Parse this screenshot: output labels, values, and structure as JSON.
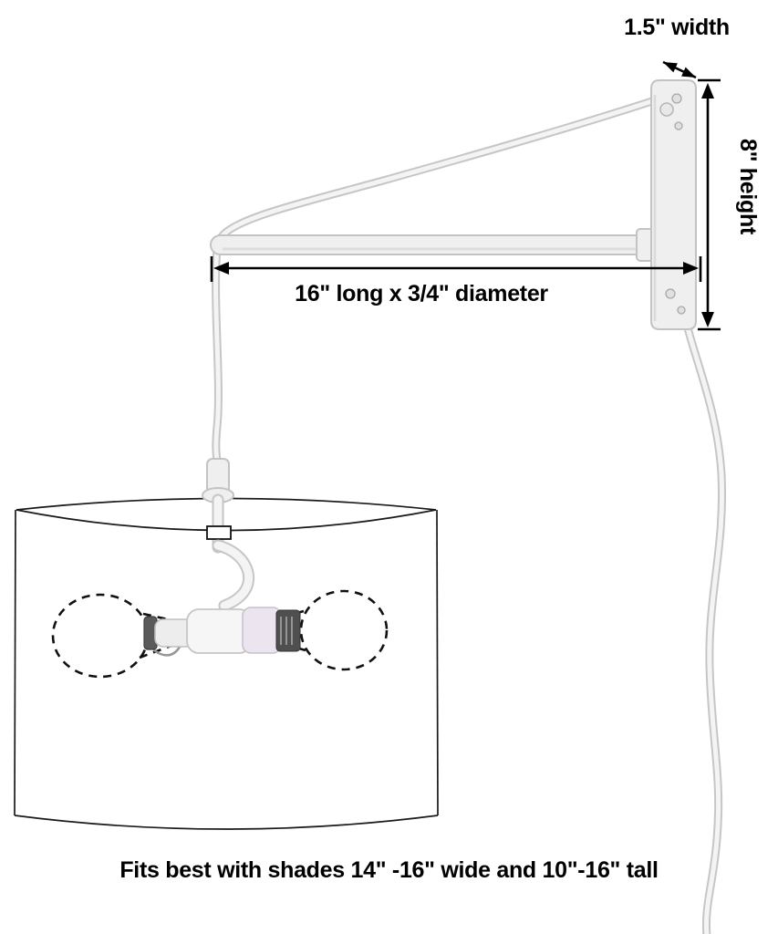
{
  "diagram": {
    "labels": {
      "bracket_width": "1.5\" width",
      "bracket_height": "8\" height",
      "arm": "16\" long x 3/4\" diameter",
      "caption": "Fits best with shades 14\" -16\" wide and 10\"-16\" tall"
    },
    "colors": {
      "background": "#ffffff",
      "dimension_line": "#000000",
      "fixture_fill": "#efefef",
      "fixture_outline": "#c3c3c3"
    },
    "components": {
      "wall_bracket": "wall mount bracket",
      "swing_arm": "horizontal arm",
      "cord": "white power cord",
      "socket": "two-bulb socket cluster",
      "shade": "drum shade outline",
      "bulbs": "dashed bulb positions"
    }
  }
}
